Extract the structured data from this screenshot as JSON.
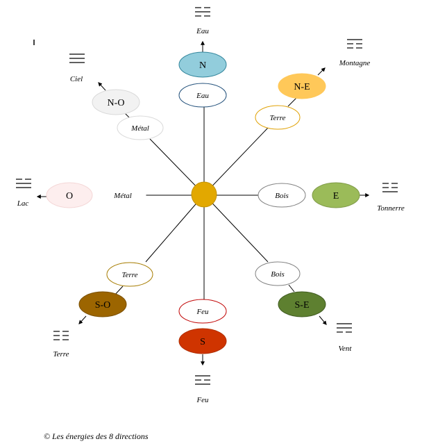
{
  "center": {
    "color": "#e2a800"
  },
  "directions": {
    "N": {
      "code": "N",
      "color": "#92cddc",
      "element": "Eau",
      "trigram": "Eau",
      "trigram_pattern": [
        0,
        1,
        0
      ]
    },
    "NE": {
      "code": "N-E",
      "color": "#ffc859",
      "element": "Terre",
      "trigram": "Montagne",
      "trigram_pattern": [
        1,
        0,
        0
      ]
    },
    "E": {
      "code": "E",
      "color": "#9bbb59",
      "element": "Bois",
      "trigram": "Tonnerre",
      "trigram_pattern": [
        0,
        0,
        1
      ]
    },
    "SE": {
      "code": "S-E",
      "color": "#5e8030",
      "element": "Bois",
      "trigram": "Vent",
      "trigram_pattern": [
        1,
        1,
        0
      ]
    },
    "S": {
      "code": "S",
      "color": "#cf3400",
      "element": "Feu",
      "trigram": "Feu",
      "trigram_pattern": [
        1,
        0,
        1
      ]
    },
    "SO": {
      "code": "S-O",
      "color": "#9c6500",
      "element": "Terre",
      "trigram": "Terre",
      "trigram_pattern": [
        0,
        0,
        0
      ]
    },
    "O": {
      "code": "O",
      "color": "#fdeeee",
      "element": "Métal",
      "trigram": "Lac",
      "trigram_pattern": [
        0,
        1,
        1
      ]
    },
    "NO": {
      "code": "N-O",
      "color": "#f2f2f2",
      "element": "Métal",
      "trigram": "Ciel",
      "trigram_pattern": [
        1,
        1,
        1
      ]
    }
  },
  "element_colors": {
    "N": "#1f4e79",
    "NE": "#e0a000",
    "E": "#7f7f7f",
    "SE": "#7f7f7f",
    "S": "#c00000",
    "SO": "#a67c00",
    "O": "#ffffff",
    "NO": "#d9d9d9"
  },
  "copyright": "©  Les énergies des 8 directions"
}
